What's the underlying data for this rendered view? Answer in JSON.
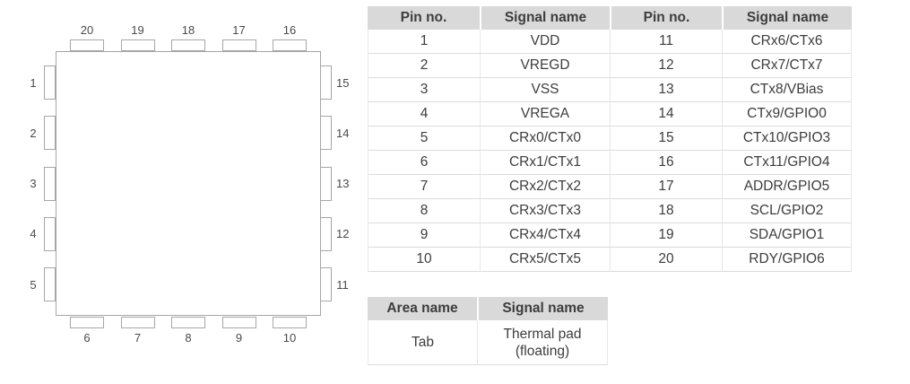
{
  "diagram": {
    "top_pins": [
      "20",
      "19",
      "18",
      "17",
      "16"
    ],
    "left_pins": [
      "1",
      "2",
      "3",
      "4",
      "5"
    ],
    "right_pins": [
      "15",
      "14",
      "13",
      "12",
      "11"
    ],
    "bottom_pins": [
      "6",
      "7",
      "8",
      "9",
      "10"
    ]
  },
  "pin_table": {
    "headers": [
      "Pin no.",
      "Signal name",
      "Pin no.",
      "Signal name"
    ],
    "rows": [
      [
        "1",
        "VDD",
        "11",
        "CRx6/CTx6"
      ],
      [
        "2",
        "VREGD",
        "12",
        "CRx7/CTx7"
      ],
      [
        "3",
        "VSS",
        "13",
        "CTx8/VBias"
      ],
      [
        "4",
        "VREGA",
        "14",
        "CTx9/GPIO0"
      ],
      [
        "5",
        "CRx0/CTx0",
        "15",
        "CTx10/GPIO3"
      ],
      [
        "6",
        "CRx1/CTx1",
        "16",
        "CTx11/GPIO4"
      ],
      [
        "7",
        "CRx2/CTx2",
        "17",
        "ADDR/GPIO5"
      ],
      [
        "8",
        "CRx3/CTx3",
        "18",
        "SCL/GPIO2"
      ],
      [
        "9",
        "CRx4/CTx4",
        "19",
        "SDA/GPIO1"
      ],
      [
        "10",
        "CRx5/CTx5",
        "20",
        "RDY/GPIO6"
      ]
    ]
  },
  "area_table": {
    "headers": [
      "Area name",
      "Signal name"
    ],
    "row": {
      "area": "Tab",
      "signal": "Thermal pad\n(floating)"
    }
  },
  "colors": {
    "header_bg": "#d9d9d9",
    "row_line": "#dcdcdc",
    "chip_outline": "#a6a6a6",
    "text": "#3d3d3d"
  }
}
